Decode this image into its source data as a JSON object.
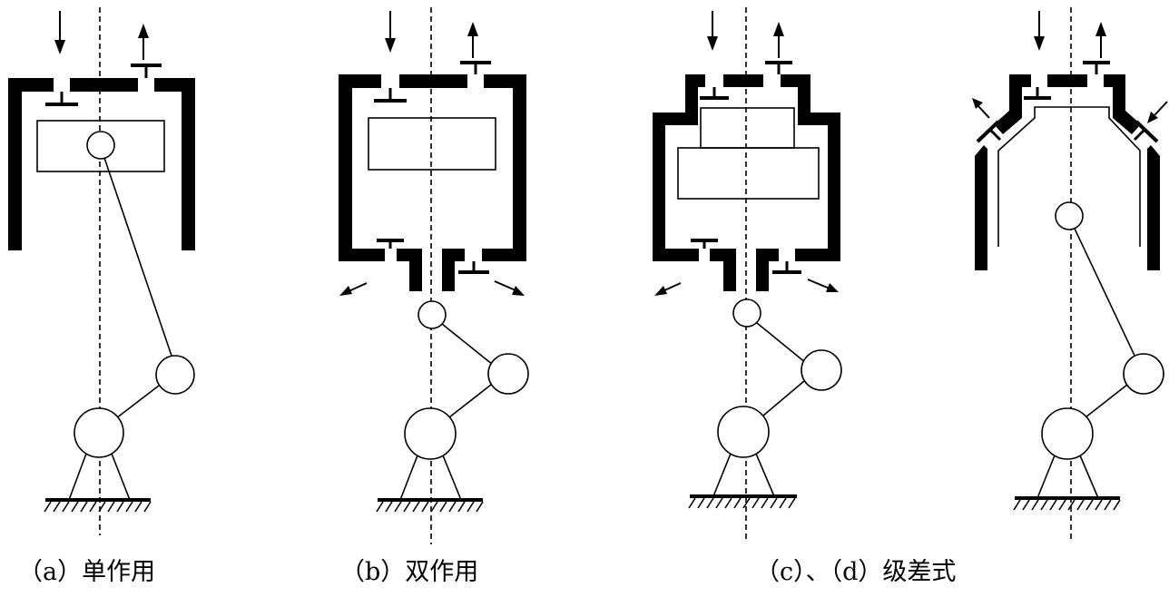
{
  "captions": {
    "a": "（a）单作用",
    "b": "（b）双作用",
    "cd": "（c）、（d）级差式"
  },
  "diagrams": [
    {
      "id": "a",
      "kind": "single-acting"
    },
    {
      "id": "b",
      "kind": "double-acting"
    },
    {
      "id": "c",
      "kind": "differential-stepped-piston"
    },
    {
      "id": "d",
      "kind": "differential-tapered"
    }
  ],
  "colors": {
    "ink": "#000000",
    "background": "#ffffff"
  }
}
